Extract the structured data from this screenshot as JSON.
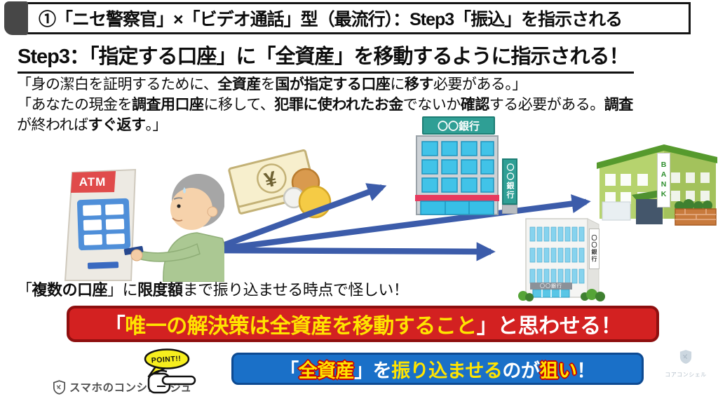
{
  "colors": {
    "arrow_blue": "#3c5caa",
    "banner_red": "#d32121",
    "banner_red_border": "#8e0f0f",
    "banner_blue": "#1a70c8",
    "accent_yellow": "#ffe400",
    "bank_sign_teal": "#2f9f95",
    "header_tab_gray": "#474747"
  },
  "header": {
    "text": "①「ニセ警察官」×「ビデオ通話」型（最流行）：Step3「振込」を指示される"
  },
  "title": {
    "text": "Step3：「指定する口座」に「全資産」を移動するように指示される！"
  },
  "body": {
    "line1": [
      {
        "t": "「身の潔白を証明するために、"
      },
      {
        "t": "全資産",
        "b": true
      },
      {
        "t": "を"
      },
      {
        "t": "国が指定する口座",
        "b": true
      },
      {
        "t": "に"
      },
      {
        "t": "移す",
        "b": true
      },
      {
        "t": "必要がある。」"
      }
    ],
    "line2": [
      {
        "t": "「あなたの現金を"
      },
      {
        "t": "調査用口座",
        "b": true
      },
      {
        "t": "に移して、"
      },
      {
        "t": "犯罪に使われたお金",
        "b": true
      },
      {
        "t": "でないか"
      },
      {
        "t": "確認",
        "b": true
      },
      {
        "t": "する必要がある。"
      },
      {
        "t": "調査",
        "b": true
      }
    ],
    "line3": [
      {
        "t": "が終われば"
      },
      {
        "t": "すぐ返す",
        "b": true
      },
      {
        "t": "。」"
      }
    ]
  },
  "illustration": {
    "atm_label": "ATM",
    "yen_symbol": "¥",
    "bank1_sign": "〇〇銀行",
    "bank1_side_sign": "〇〇銀行",
    "green_bank_sign": "BANK",
    "bank3_side_sign": "〇〇銀行",
    "bank3_entrance_sign": "〇〇銀行"
  },
  "warning": {
    "segments": [
      {
        "t": "「"
      },
      {
        "t": "複数の口座",
        "b": true
      },
      {
        "t": "」に"
      },
      {
        "t": "限度額",
        "b": true
      },
      {
        "t": "まで振り込ませる時点で怪しい！"
      }
    ]
  },
  "red_banner": {
    "segments": [
      {
        "t": "「",
        "c": "white"
      },
      {
        "t": "唯一の解決策は全資産を移動すること",
        "c": "yellow"
      },
      {
        "t": "」と思わせる！",
        "c": "white"
      }
    ]
  },
  "point_bubble": {
    "label": "POINT!!"
  },
  "blue_banner": {
    "segments": [
      {
        "t": "「",
        "c": "white"
      },
      {
        "t": "全資産",
        "c": "yellow-outline"
      },
      {
        "t": "」を",
        "c": "white"
      },
      {
        "t": "振り込ませる",
        "c": "yellow"
      },
      {
        "t": "のが",
        "c": "white"
      },
      {
        "t": "狙い",
        "c": "yellow-outline"
      },
      {
        "t": "！",
        "c": "white"
      }
    ]
  },
  "footer": {
    "left_brand": "スマホのコンシェルジュ",
    "right_brand": "コアコンシェル"
  }
}
